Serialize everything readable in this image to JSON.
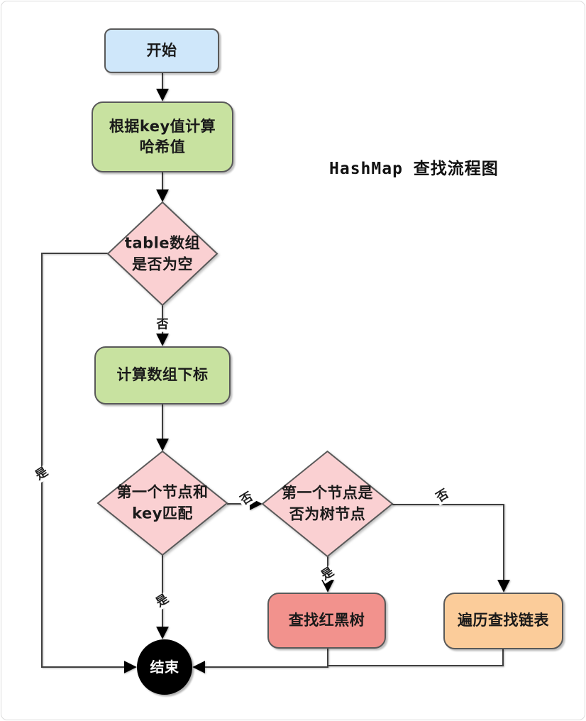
{
  "title": "HashMap 查找流程图",
  "colors": {
    "start_fill": "#cfe7fa",
    "process_fill": "#c8e2a0",
    "decision_fill": "#fad0d2",
    "rbtree_fill": "#f2928d",
    "list_fill": "#fbcc9a",
    "end_fill": "#000000",
    "shape_border": "#595959",
    "edge_line": "#3f3f3f"
  },
  "nodes": {
    "start": {
      "label": "开始",
      "fill": "#cfe7fa"
    },
    "compute_hash": {
      "label": "根据key值计算\n哈希值",
      "fill": "#c8e2a0"
    },
    "table_empty": {
      "label": "table数组\n是否为空",
      "fill": "#fad0d2"
    },
    "calc_index": {
      "label": "计算数组下标",
      "fill": "#c8e2a0"
    },
    "first_node_match": {
      "label": "第一个节点和\nkey匹配",
      "fill": "#fad0d2"
    },
    "is_tree_node": {
      "label": "第一个节点是\n否为树节点",
      "fill": "#fad0d2"
    },
    "search_rbtree": {
      "label": "查找红黑树",
      "fill": "#f2928d"
    },
    "traverse_list": {
      "label": "遍历查找链表",
      "fill": "#fbcc9a"
    },
    "end": {
      "label": "结束",
      "fill": "#000000"
    }
  },
  "edge_labels": {
    "table_empty_no": "否",
    "table_empty_yes": "是",
    "first_match_no": "否",
    "first_match_yes": "是",
    "is_tree_yes": "是",
    "is_tree_no": "否"
  }
}
